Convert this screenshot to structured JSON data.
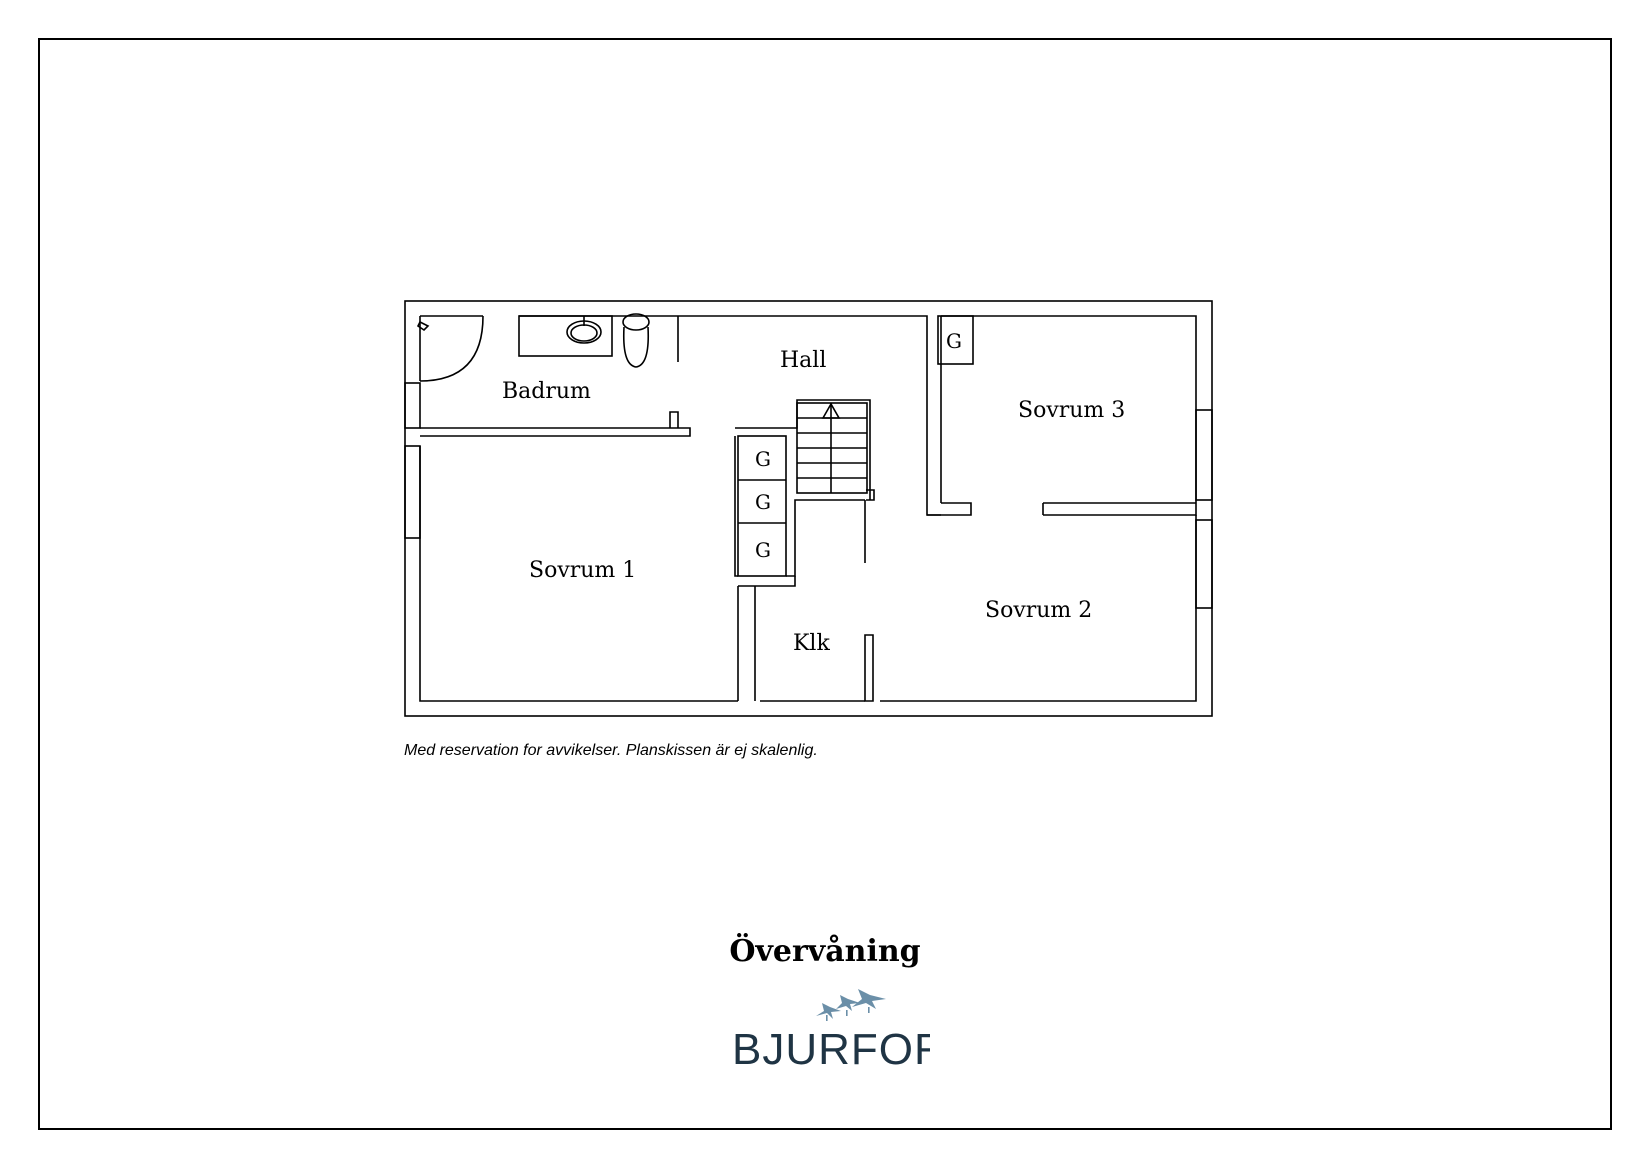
{
  "floor_title": "Övervåning",
  "disclaimer": "Med reservation for avvikelser. Planskissen är ej skalenlig.",
  "rooms": {
    "badrum": "Badrum",
    "hall": "Hall",
    "sovrum1": "Sovrum 1",
    "sovrum2": "Sovrum 2",
    "sovrum3": "Sovrum 3",
    "klk": "Klk"
  },
  "closets": [
    "G",
    "G",
    "G",
    "G"
  ],
  "brand": {
    "name": "BJURFORS",
    "color": "#1f3444",
    "bird_color": "#6b8fa8"
  },
  "icons": {
    "shower": "shower-head-icon",
    "sink": "sink-icon",
    "toilet": "toilet-icon",
    "stairs": "stairs-up-icon",
    "logo": "birds-icon"
  }
}
